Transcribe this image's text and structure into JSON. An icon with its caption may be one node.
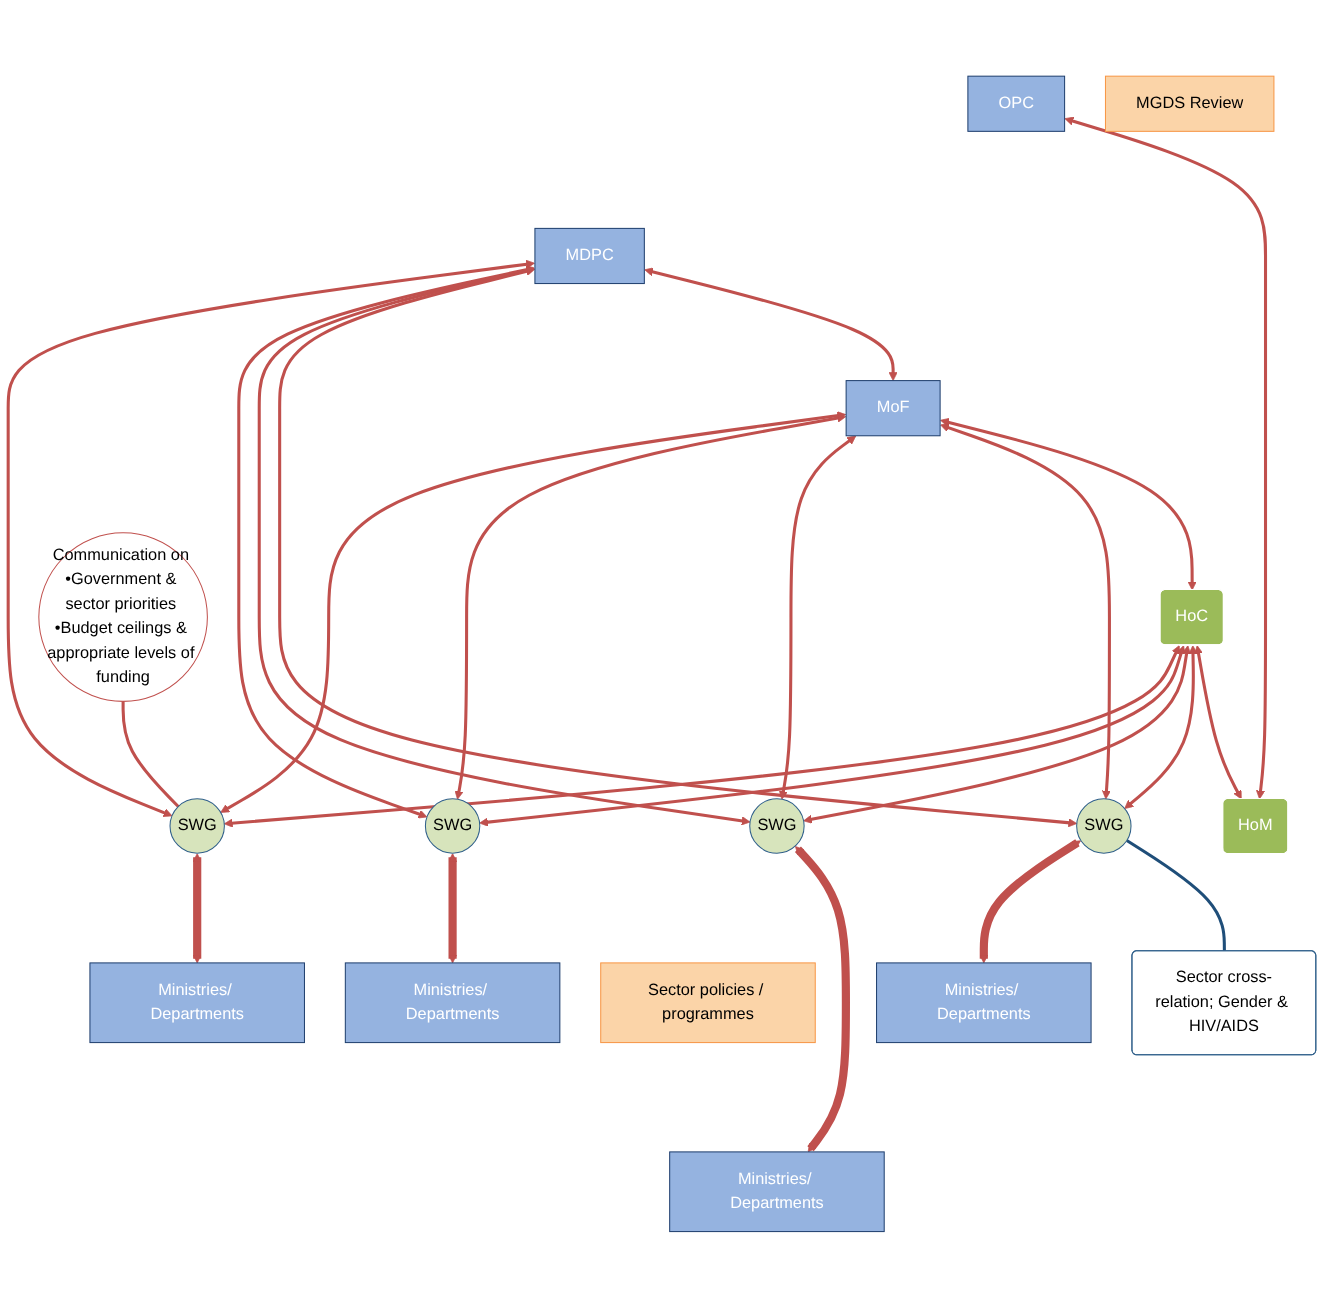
{
  "diagram": {
    "nodes": [
      {
        "text": [
          "OPC"
        ]
      },
      {
        "text": [
          "MDPC"
        ]
      },
      {
        "text": [
          "MoF"
        ]
      },
      {
        "text": [
          "HoC"
        ]
      },
      {
        "text": [
          "HoM"
        ]
      },
      {
        "text": [
          "MGDS Review"
        ]
      },
      {
        "text": [
          "SWG"
        ]
      },
      {
        "text": [
          "SWG"
        ]
      },
      {
        "text": [
          "SWG"
        ]
      },
      {
        "text": [
          "SWG"
        ]
      },
      {
        "text": [
          "Sector cross-relation; Gender & HIV/AIDS"
        ]
      },
      {
        "text": [
          "Communication on •Government & sector priorities •Budget ceilings & appropriate levels of funding"
        ]
      },
      {
        "text": [
          "Sector policies / programmes"
        ]
      },
      {
        "text": [
          "Ministries/ Departments"
        ]
      },
      {
        "text": [
          "Ministries/ Departments"
        ]
      },
      {
        "text": [
          "Ministries/ Departments"
        ]
      },
      {
        "text": [
          "Ministries/ Departments"
        ]
      }
    ],
    "edges": [
      {
        "from": 0,
        "to": 4,
        "arrow": "both"
      },
      {
        "from": 1,
        "to": 2,
        "arrow": "both"
      },
      {
        "from": 2,
        "to": 3,
        "arrow": "both"
      },
      {
        "from": 3,
        "to": 4,
        "arrow": "both"
      },
      {
        "from": 1,
        "to": 6,
        "arrow": "both"
      },
      {
        "from": 1,
        "to": 7,
        "arrow": "both"
      },
      {
        "from": 1,
        "to": 8,
        "arrow": "both"
      },
      {
        "from": 1,
        "to": 9,
        "arrow": "both"
      },
      {
        "from": 2,
        "to": 6,
        "arrow": "both"
      },
      {
        "from": 2,
        "to": 7,
        "arrow": "both"
      },
      {
        "from": 2,
        "to": 8,
        "arrow": "both"
      },
      {
        "from": 2,
        "to": 9,
        "arrow": "both"
      },
      {
        "from": 3,
        "to": 6,
        "arrow": "both"
      },
      {
        "from": 3,
        "to": 7,
        "arrow": "both"
      },
      {
        "from": 3,
        "to": 8,
        "arrow": "both"
      },
      {
        "from": 3,
        "to": 9,
        "arrow": "both"
      },
      {
        "from": 10,
        "to": 6,
        "arrow": "none",
        "color": "#1f4e79"
      },
      {
        "from": 11,
        "to": 9,
        "arrow": "none"
      },
      {
        "from": 6,
        "to": 13,
        "arrow": "both",
        "style": "thick"
      },
      {
        "from": 7,
        "to": 14,
        "arrow": "both",
        "style": "thick"
      },
      {
        "from": 8,
        "to": 15,
        "arrow": "both",
        "style": "thick"
      },
      {
        "from": 9,
        "to": 16,
        "arrow": "both",
        "style": "thick"
      }
    ]
  }
}
